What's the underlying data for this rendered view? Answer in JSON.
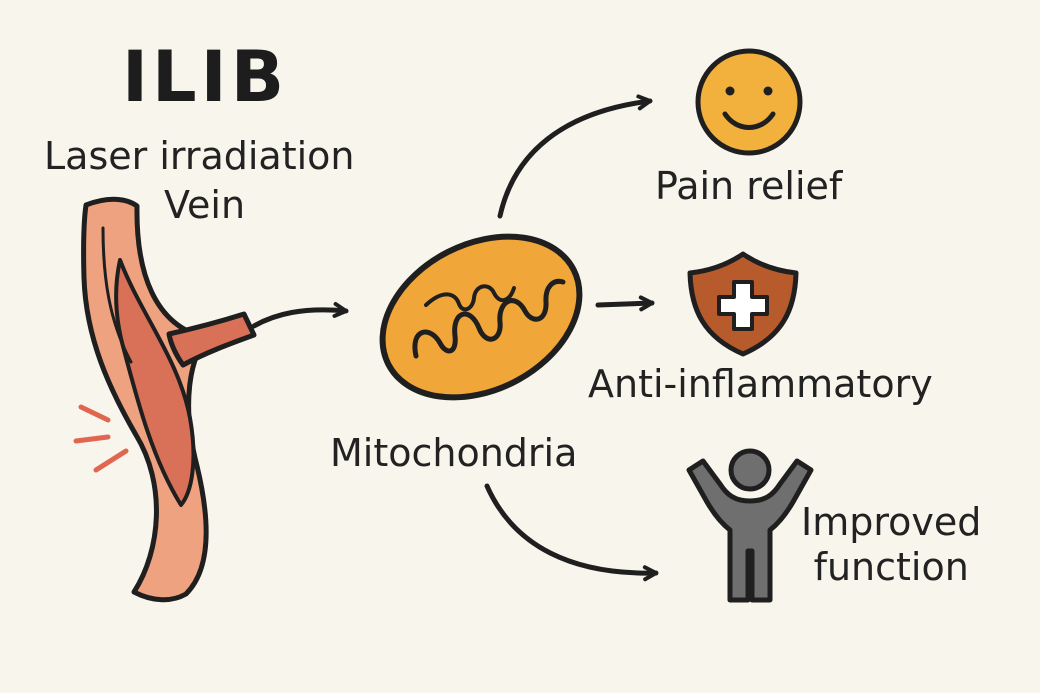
{
  "title": "ILIB",
  "subtitle": "Laser irradiation",
  "vein_label": "Vein",
  "mitochondria_label": "Mitochondria",
  "outcomes": [
    {
      "label": "Pain relief",
      "icon": "smiley-face-icon"
    },
    {
      "label": "Anti-inflammatory",
      "icon": "shield-plus-icon"
    },
    {
      "label_lines": [
        "Improved",
        "function"
      ],
      "icon": "person-arms-up-icon"
    }
  ],
  "colors": {
    "background": "#f8f5ed",
    "vein_fill": "#eea27f",
    "vein_inner": "#d97158",
    "mitochondria_fill": "#f0a638",
    "smiley_fill": "#f2b13d",
    "shield_fill": "#b75a2c",
    "person_fill": "#6f6f6f",
    "laser_accent": "#e16650",
    "outline": "#1f1f1f"
  }
}
